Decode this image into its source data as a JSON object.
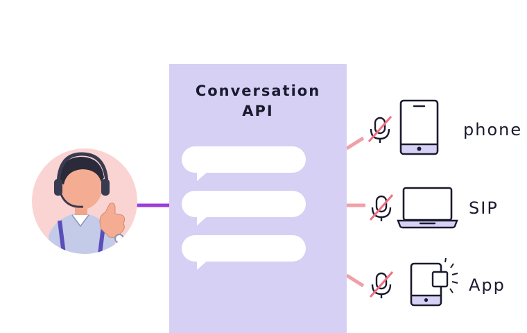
{
  "api": {
    "title_line1": "Conversation",
    "title_line2": "API"
  },
  "endpoints": [
    {
      "label": "phone",
      "icon": "tablet-icon"
    },
    {
      "label": "SIP",
      "icon": "laptop-icon"
    },
    {
      "label": "App",
      "icon": "mobile-app-icon"
    }
  ],
  "agent": {
    "icon": "agent-with-headset-icon"
  },
  "muted_icon": "muted-microphone-icon",
  "colors": {
    "panel": "#d5d0f4",
    "agent_connector": "#9b3fd6",
    "endpoint_connector": "#f0a0a8",
    "mute_slash": "#f07080",
    "avatar_bg": "#f9d4d2",
    "device_screen_base": "#d5d0f4"
  }
}
